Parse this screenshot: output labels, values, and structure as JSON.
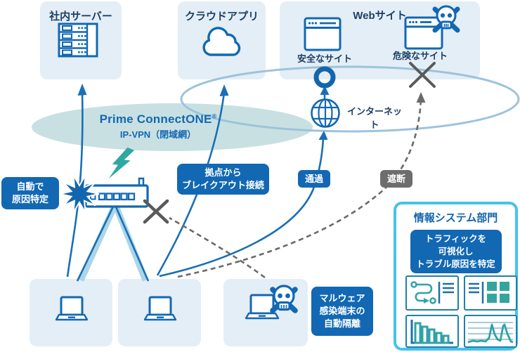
{
  "nodes": {
    "server": {
      "title": "社内サーバー",
      "icon": "server-rack-icon"
    },
    "cloud_app": {
      "title": "クラウドアプリ",
      "icon": "cloud-icon"
    },
    "web": {
      "title": "Webサイト",
      "safe_label": "安全なサイト",
      "danger_label": "危険なサイト",
      "safe_icon": "browser-icon",
      "danger_icon": "browser-skull-icon",
      "safe_mark": "allow-circle",
      "danger_mark": "block-x"
    },
    "internet": {
      "label": "インターネット",
      "icon": "globe-icon"
    },
    "vpn": {
      "name": "Prime ConnectONE",
      "reg_mark": "®",
      "subtitle": "IP-VPN（閉域網）"
    },
    "it_department": {
      "title": "情報システム部門",
      "callout_lines": [
        "トラフィックを",
        "可視化し",
        "トラブル原因を特定"
      ],
      "dashboard_icons": [
        "route-chart-icon",
        "grid-chart-icon",
        "bar-chart-icon",
        "line-chart-icon"
      ]
    }
  },
  "callouts": {
    "auto_cause_lines": [
      "自動で",
      "原因特定"
    ],
    "breakout_lines": [
      "拠点から",
      "ブレイクアウト接続"
    ],
    "pass": "通過",
    "block": "遮断",
    "malware_lines": [
      "マルウェア",
      "感染端末の",
      "自動隔離"
    ]
  },
  "colors": {
    "primary_blue": "#1268b3",
    "line_blue": "#1a6fb5",
    "navy_text": "#1c3f66",
    "node_bg": "#e4eef6",
    "vpn_ellipse_fill": "#c9e0e2",
    "internet_ellipse_stroke": "#9cc3dd",
    "teal_accent": "#2fa8a2",
    "gray_block": "#6d6d6d",
    "access_band": "#aad6e8",
    "panel_border_cyan": "#45c3ea"
  }
}
